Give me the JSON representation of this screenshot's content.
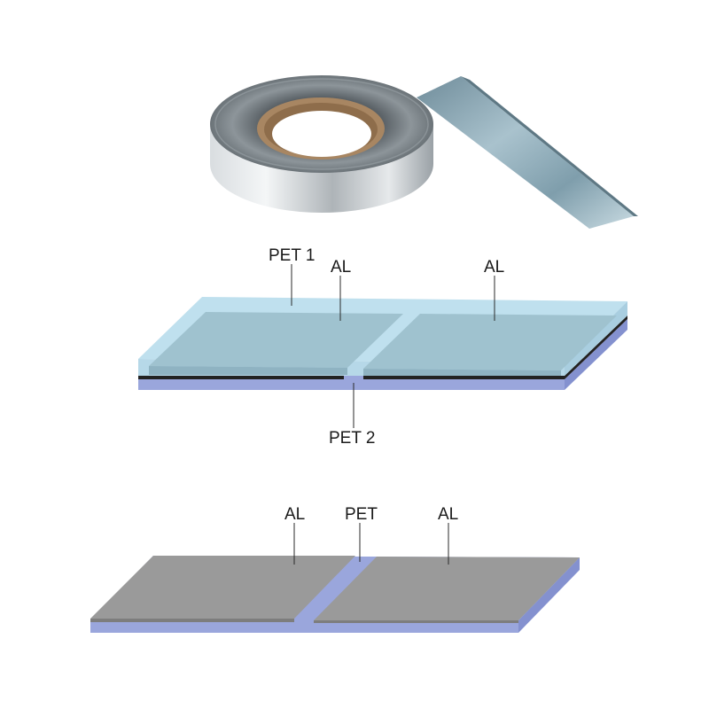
{
  "diagram": {
    "top_structure": {
      "labels": {
        "pet1": "PET 1",
        "al_left": "AL",
        "al_right": "AL",
        "pet2": "PET 2"
      }
    },
    "bottom_structure": {
      "labels": {
        "al_left": "AL",
        "pet": "PET",
        "al_right": "AL"
      }
    }
  },
  "colors": {
    "pet_clear": "#bfe0ee",
    "al_film": "#9fc2cf",
    "pet_base": "#9aa6dc",
    "black_layer": "#222222",
    "aluminum_grey": "#9a9a9a",
    "core": "#a88662"
  },
  "icons": {
    "roll": "foil-tape-roll-icon"
  }
}
